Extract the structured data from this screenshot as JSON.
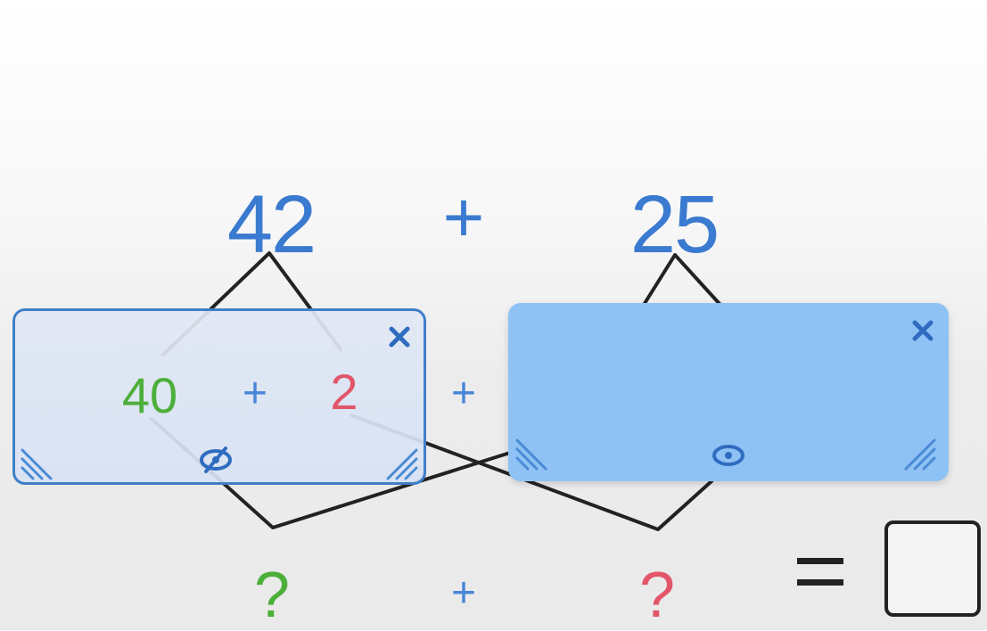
{
  "problem": {
    "addend1": "42",
    "addend2": "25",
    "operator": "+"
  },
  "left_card": {
    "part1": "40",
    "operator": "+",
    "part2": "2",
    "close_icon": "close-icon",
    "visibility_icon": "eye-off-icon",
    "resize_icons": [
      "resize-grip-icon",
      "resize-grip-icon"
    ]
  },
  "middle_operator": "+",
  "right_card": {
    "close_icon": "close-icon",
    "visibility_icon": "eye-icon",
    "resize_icons": [
      "resize-grip-icon",
      "resize-grip-icon"
    ]
  },
  "bottom": {
    "sum1": "?",
    "operator": "+",
    "sum2": "?",
    "equals": "="
  },
  "answer": {
    "value": ""
  },
  "colors": {
    "blue": "#3a7ad0",
    "green": "#4caf3a",
    "red": "#e2566a",
    "card_highlight": "#8fc2f4"
  }
}
